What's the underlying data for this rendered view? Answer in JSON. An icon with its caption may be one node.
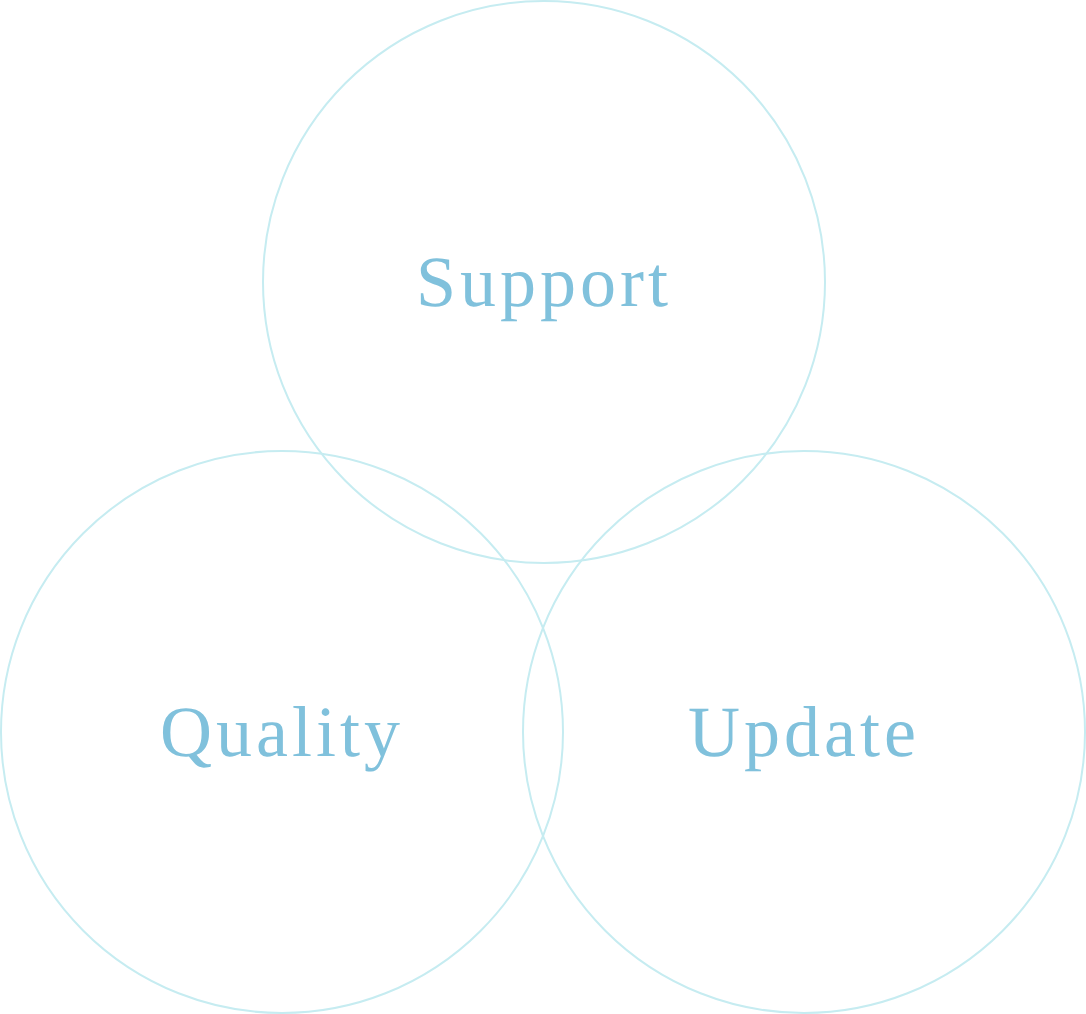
{
  "diagram": {
    "nodes": [
      {
        "text": [
          "Support"
        ]
      },
      {
        "text": [
          "Quality"
        ]
      },
      {
        "text": [
          "Update"
        ]
      }
    ]
  }
}
